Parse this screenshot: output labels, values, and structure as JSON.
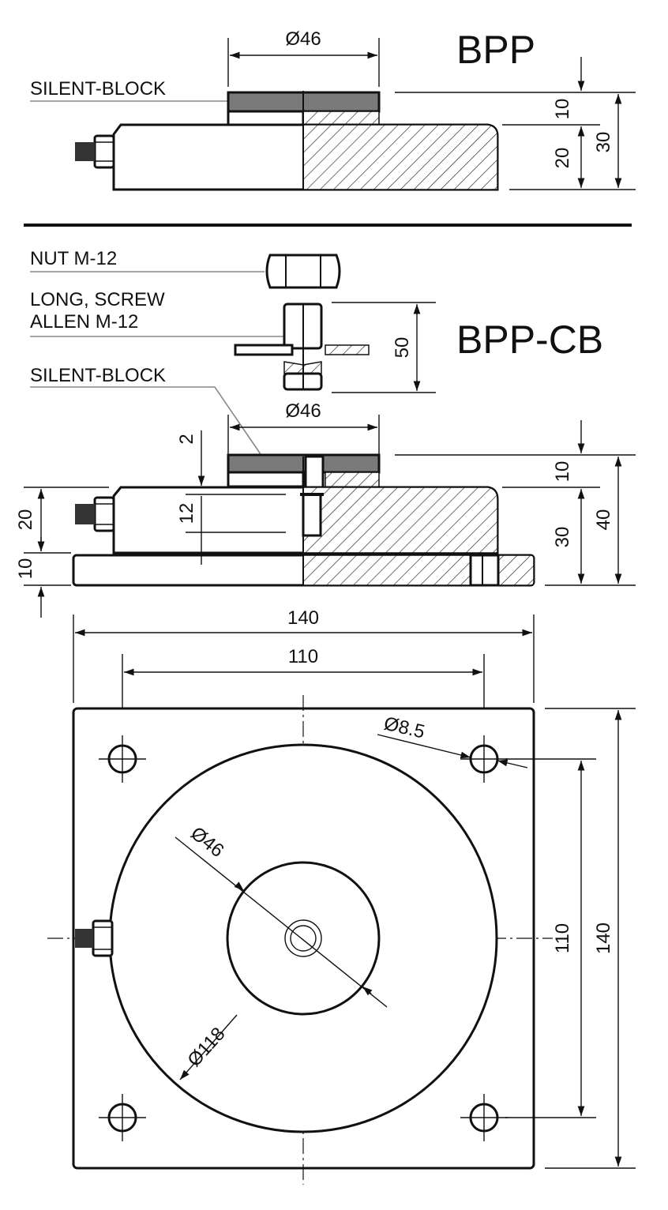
{
  "views": {
    "bpp": {
      "title": "BPP",
      "silent_block_label": "SILENT-BLOCK",
      "dim_diameter": "Ø46",
      "dim_block_height": "10",
      "dim_body_height": "20",
      "dim_total_height": "30"
    },
    "bpp_cb": {
      "title": "BPP-CB",
      "nut_label": "NUT M-12",
      "screw_label_line1": "LONG, SCREW",
      "screw_label_line2": "ALLEN M-12",
      "silent_block_label": "SILENT-BLOCK",
      "dim_diameter": "Ø46",
      "dim_screw_length": "50",
      "dim_gap": "2",
      "dim_thread_depth": "12",
      "dim_body_height_left": "20",
      "dim_plate_thickness": "10",
      "dim_block_height": "10",
      "dim_body_height": "30",
      "dim_total_height": "40"
    },
    "plan": {
      "dim_width": "140",
      "dim_hole_spacing": "110",
      "dim_hole_diameter": "Ø8.5",
      "dim_center_diameter": "Ø46",
      "dim_body_diameter": "Ø118",
      "dim_vertical_hole_spacing": "110",
      "dim_height": "140"
    }
  },
  "colors": {
    "line": "#111111",
    "rubber": "#7a7a7a",
    "leader": "#888888"
  }
}
